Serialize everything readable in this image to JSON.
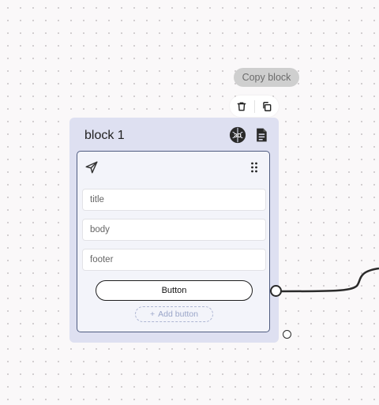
{
  "tooltip": {
    "copy_block": "Copy block"
  },
  "toolbar": {
    "delete_icon": "trash-icon",
    "copy_icon": "copy-icon"
  },
  "block": {
    "title": "block 1",
    "icons": [
      "brain-3d-icon",
      "document-icon"
    ],
    "card": {
      "header_icon": "send-icon",
      "drag_icon": "drag-handle-icon",
      "fields": {
        "title_placeholder": "title",
        "body_placeholder": "body",
        "footer_placeholder": "footer"
      },
      "button_label": "Button",
      "add_button_label": "Add button",
      "add_button_symbol": "+"
    }
  },
  "colors": {
    "block_bg": "#dee0f1",
    "card_border": "#4f5c80",
    "edge": "#2a2a2a",
    "tooltip_bg": "#cfcfcf"
  }
}
